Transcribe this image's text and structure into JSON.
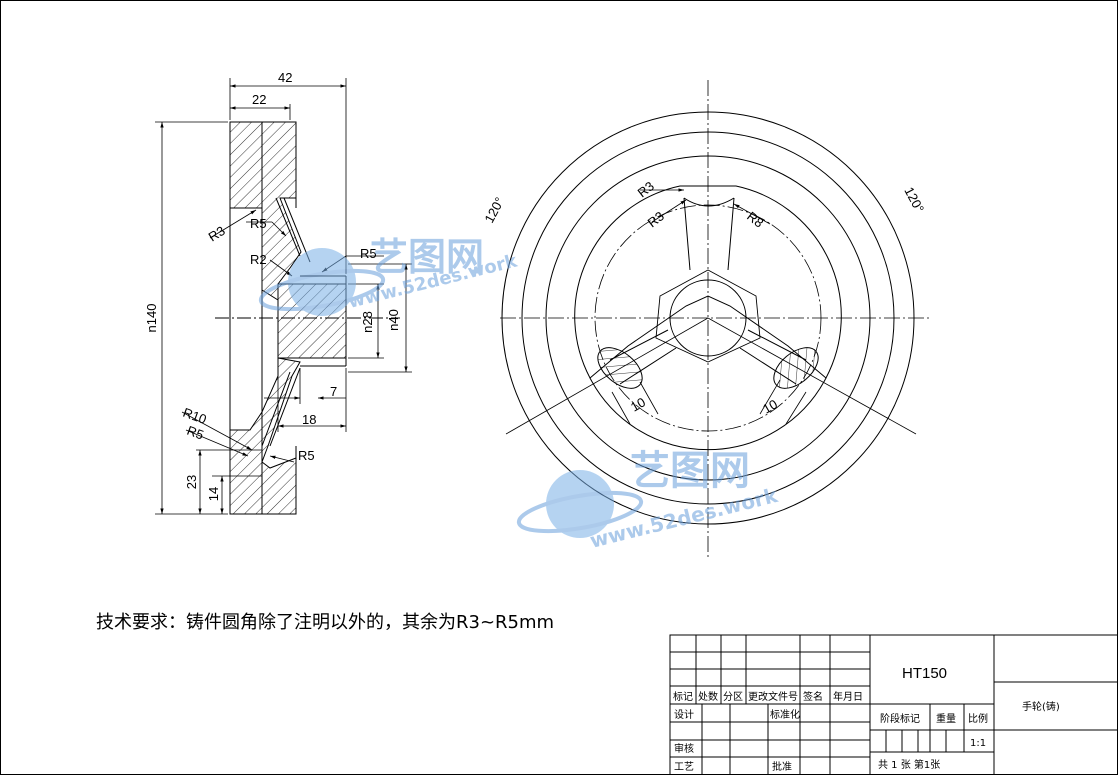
{
  "note": "技术要求：铸件圆角除了注明以外的，其余为R3~R5mm",
  "section_view": {
    "dims": {
      "overall_width": "42",
      "hub_width": "22",
      "diameter_outer": "n140",
      "diameter_hub_inner": "n28",
      "diameter_hub": "n40",
      "hub_offset": "7",
      "hub_length": "18",
      "base_23": "23",
      "base_14": "14"
    },
    "radii": {
      "r3": "R3",
      "r5_top": "R5",
      "r2": "R2",
      "r5_hub": "R5",
      "r10": "R10",
      "r5_low": "R5",
      "r5_bottom": "R5"
    }
  },
  "front_view": {
    "angle_left": "120°",
    "angle_right": "120°",
    "r3_outer": "R3",
    "r3_inner": "R3",
    "r8": "R8",
    "spoke_left": "10",
    "spoke_right": "10"
  },
  "watermark": {
    "brand": "艺图网",
    "url": "www.52des.work"
  },
  "title_block": {
    "material": "HT150",
    "part_name": "手轮(铸)",
    "header_labels": [
      "标记",
      "处数",
      "分区",
      "更改文件号",
      "签名",
      "年月日"
    ],
    "design": "设计",
    "standardization": "标准化",
    "review": "审核",
    "process": "工艺",
    "approve": "批准",
    "stage_mark": "阶段标记",
    "weight": "重量",
    "scale_label": "比例",
    "scale": "1:1",
    "sheets": "共 1 张 第1张"
  }
}
